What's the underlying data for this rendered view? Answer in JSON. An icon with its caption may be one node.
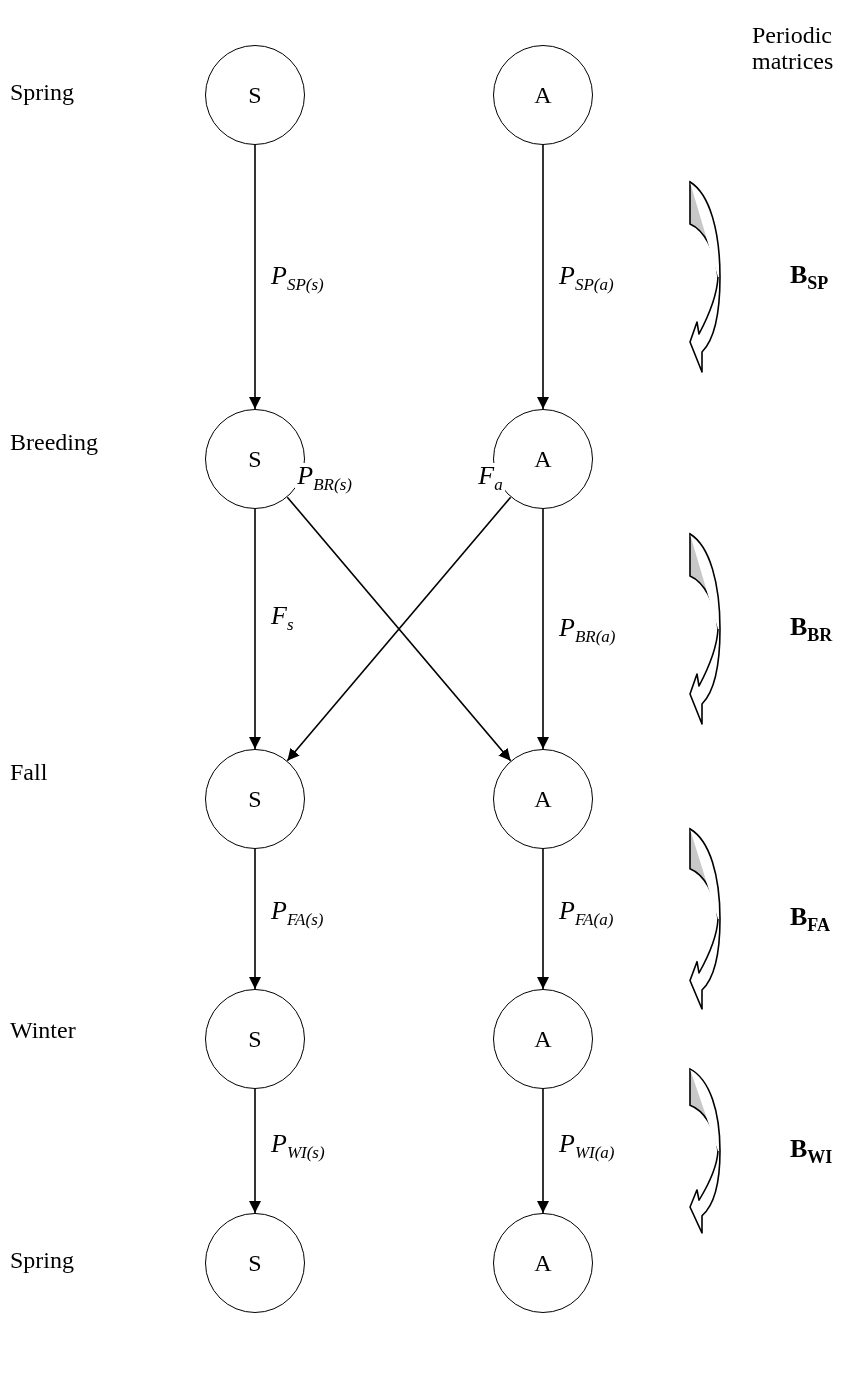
{
  "diagram": {
    "nodes": [
      {
        "text": [
          "S"
        ]
      },
      {
        "text": [
          "A"
        ]
      },
      {
        "text": [
          "S"
        ]
      },
      {
        "text": [
          "A"
        ]
      },
      {
        "text": [
          "S"
        ]
      },
      {
        "text": [
          "A"
        ]
      },
      {
        "text": [
          "S"
        ]
      },
      {
        "text": [
          "A"
        ]
      },
      {
        "text": [
          "S"
        ]
      },
      {
        "text": [
          "A"
        ]
      }
    ],
    "edges": [
      {
        "from": 0,
        "to": 2,
        "arrow": "to",
        "label": "P$_{SP(s)}$"
      },
      {
        "from": 1,
        "to": 3,
        "arrow": "to",
        "label": "P$_{SP(a)}$"
      },
      {
        "from": 2,
        "to": 4,
        "arrow": "to",
        "label": "F$_{s}$"
      },
      {
        "from": 2,
        "to": 5,
        "arrow": "to",
        "label": "P$_{BR(s)}$"
      },
      {
        "from": 3,
        "to": 4,
        "arrow": "to",
        "label": "F$_{a}$"
      },
      {
        "from": 3,
        "to": 5,
        "arrow": "to",
        "label": "P$_{BR(a)}$"
      },
      {
        "from": 4,
        "to": 6,
        "arrow": "to",
        "label": "P$_{FA(s)}$"
      },
      {
        "from": 5,
        "to": 7,
        "arrow": "to",
        "label": "P$_{FA(a)}$"
      },
      {
        "from": 6,
        "to": 8,
        "arrow": "to",
        "label": "P$_{WI(s)}$"
      },
      {
        "from": 7,
        "to": 9,
        "arrow": "to",
        "label": "P$_{WI(a)}$"
      }
    ],
    "labels": [
      "Spring",
      "Periodic matrices",
      "B$_{SP}$",
      "Breeding",
      "B$_{BR}$",
      "Fall",
      "B$_{FA}$",
      "Winter",
      "B$_{WI}$",
      "Spring"
    ]
  }
}
